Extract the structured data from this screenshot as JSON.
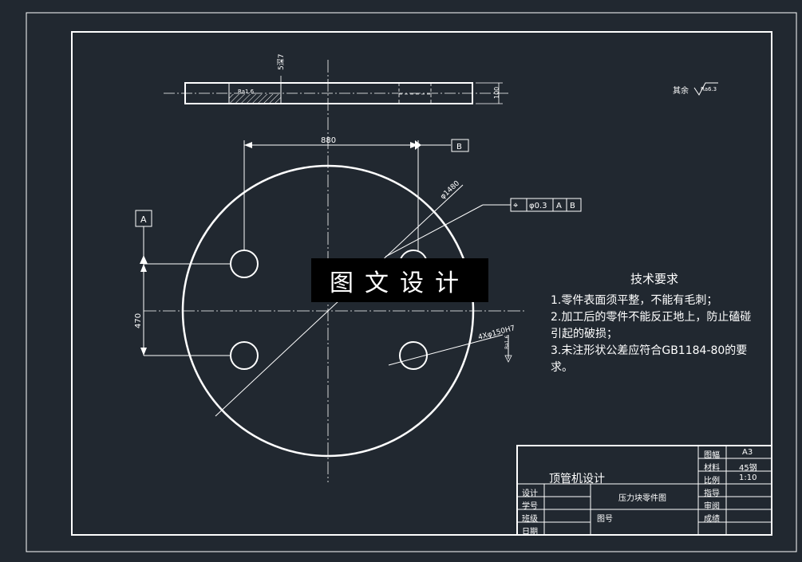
{
  "drawing": {
    "surface_finish": "其余",
    "surface_finish_value": "Ra6.3",
    "thickness_dim": "100",
    "counterbore_dim": "5深7",
    "counterbore_roughness": "Ra1.6",
    "hole_spacing_x": "880",
    "hole_spacing_y": "470",
    "pcd": "φ1480",
    "datum_a": "A",
    "datum_b": "B",
    "tolerance_frame": {
      "symbol": "⌖",
      "value": "φ0.3",
      "ref1": "A",
      "ref2": "B"
    },
    "hole_callout": "4Xφ150H7",
    "hole_roughness": "Ra1.6"
  },
  "watermark": "图文设计",
  "tech_requirements": {
    "title": "技术要求",
    "items": [
      "1.零件表面须平整，不能有毛刺；",
      "2.加工后的零件不能反正地上，防止磕碰引起的破损；",
      "3.未注形状公差应符合GB1184-80的要求。"
    ]
  },
  "title_block": {
    "project": "顶管机设计",
    "part_name": "压力块零件图",
    "labels": {
      "sheet": "图幅",
      "material": "材料",
      "scale": "比例",
      "guide": "指导",
      "review": "审阅",
      "grade": "成绩",
      "design": "设计",
      "student_id": "学号",
      "class": "班级",
      "date": "日期",
      "drawing_no": "图号"
    },
    "values": {
      "sheet": "A3",
      "material": "45钢",
      "scale": "1:10"
    }
  },
  "colors": {
    "background": "#212830",
    "line": "#ffffff"
  }
}
